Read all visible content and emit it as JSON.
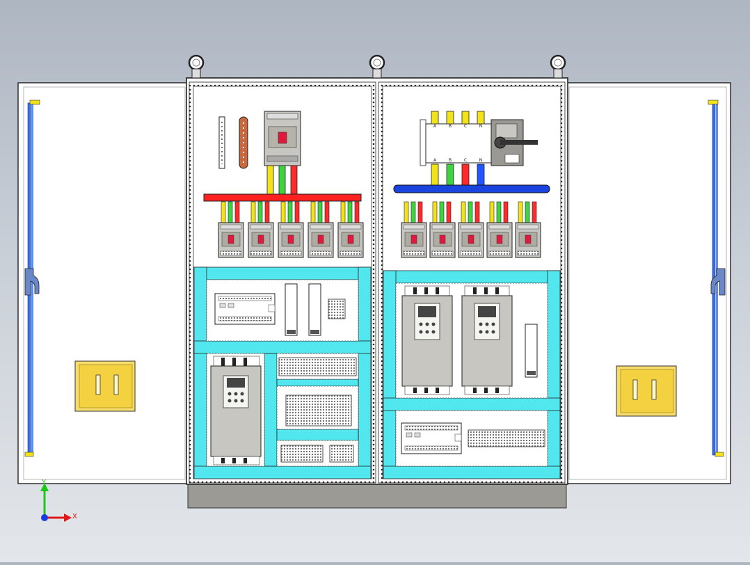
{
  "scene": {
    "title": "",
    "background_color": "#c2c9d2"
  },
  "colors": {
    "cabinet_fill": "#ffffff",
    "cabinet_stroke": "#222222",
    "rail_cyan": "#52e6ee",
    "busbar_red": "#ff2020",
    "busbar_blue": "#1a44e0",
    "phase_yellow": "#f2e21a",
    "phase_green": "#3fd43f",
    "phase_red": "#ff2a2a",
    "phase_blue": "#1f56ff",
    "handle_blue": "#3b6fe0",
    "lock_yellow": "#f6dc6a",
    "device_grey": "#c8c6c0",
    "plinth_grey": "#9c9a94",
    "axis_x": "#e01818",
    "axis_y": "#19c819",
    "axis_z": "#1b3cdf"
  },
  "left_section": {
    "breakers_count": 5,
    "main_breaker_label": "",
    "vfd_count": 1,
    "terminal_blocks": 3
  },
  "right_section": {
    "transfer_switch_labels": [
      "A",
      "B",
      "C",
      "N"
    ],
    "transfer_switch_lower_labels": [
      "A",
      "B",
      "C",
      "N"
    ],
    "switch_plate_text": [
      "",
      ""
    ],
    "breakers_count": 5,
    "vfd_count": 2
  },
  "axes_icon": {
    "x_label": "X",
    "y_label": "Y"
  }
}
